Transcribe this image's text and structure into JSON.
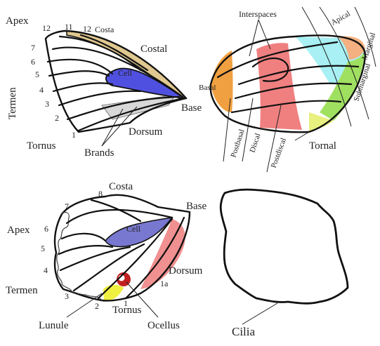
{
  "panel_top_left": {
    "labels": {
      "apex": "Apex",
      "costa": "Costa",
      "costal": "Costal",
      "cell": "Cell",
      "termen": "Termen",
      "base": "Base",
      "dorsum": "Dorsum",
      "tornus": "Tornus",
      "brands": "Brands"
    },
    "vein_numbers": [
      "12",
      "11",
      "12",
      "7",
      "6",
      "5",
      "4",
      "3",
      "2",
      "1"
    ]
  },
  "panel_top_right": {
    "labels": {
      "interspaces": "Interspaces",
      "apical": "Apical",
      "marginal": "Marginal",
      "submarginal": "Submarginal",
      "basal": "Basal",
      "postdiscal": "Postdiscal",
      "discal": "Discal",
      "post_basal": "Postbasal",
      "tornal": "Tornal"
    },
    "colors": {
      "basal": "#f0a040",
      "discal": "#f08080",
      "apical": "#a8f0f4",
      "marginal": "#f4b080",
      "submarginal": "#a0e060",
      "tornal": "#e8f080"
    }
  },
  "panel_bottom_left": {
    "labels": {
      "costa": "Costa",
      "base": "Base",
      "apex": "Apex",
      "cell": "Cell",
      "termen": "Termen",
      "dorsum": "Dorsum",
      "tornus": "Tornus",
      "lunule": "Lunule",
      "ocellus": "Ocellus",
      "vein_1a": "1a"
    },
    "vein_numbers": [
      "8",
      "7",
      "6",
      "5",
      "4",
      "3",
      "2",
      "1"
    ]
  },
  "panel_bottom_right": {
    "labels": {
      "cilia": "Cilia"
    }
  },
  "colors": {
    "costal_band": "#e0c890",
    "cell_fill": "#6060e0",
    "brands_fill": "#d0d0d0",
    "cell_hindwing": "#7878d0",
    "dorsum_band": "#f09090",
    "lunule": "#f0f040",
    "ocellus_outer": "#c02020",
    "ocellus_inner": "#ffffff"
  }
}
